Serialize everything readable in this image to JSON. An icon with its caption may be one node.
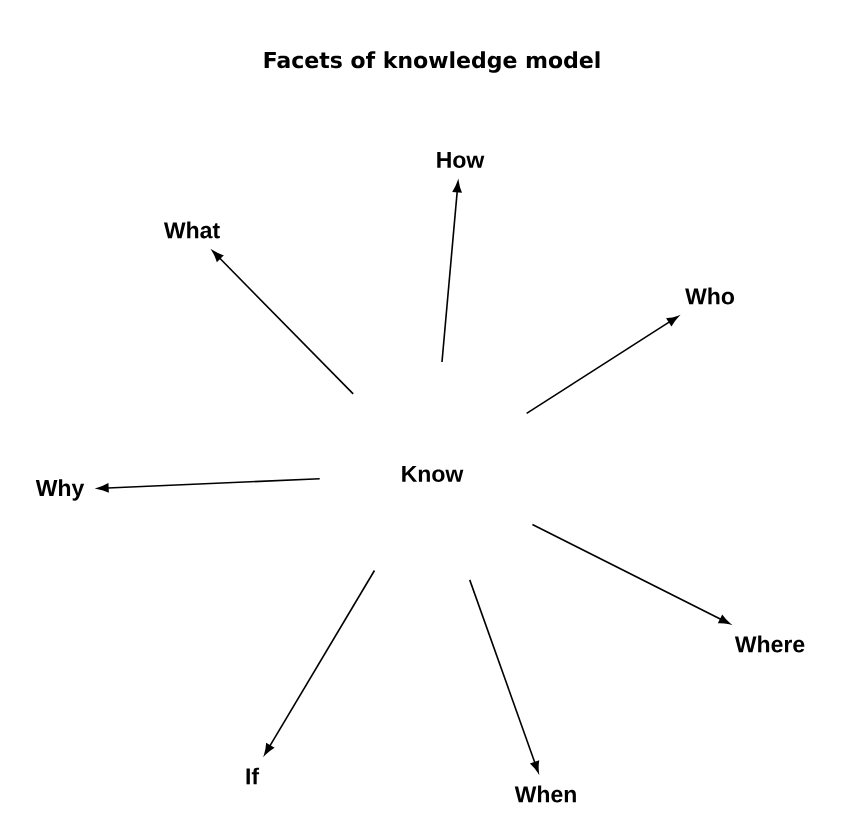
{
  "diagram": {
    "title": "Facets of knowledge model",
    "nodes": [
      {
        "text": [
          "Know"
        ]
      },
      {
        "text": [
          "What"
        ]
      },
      {
        "text": [
          "How"
        ]
      },
      {
        "text": [
          "Who"
        ]
      },
      {
        "text": [
          "Why"
        ]
      },
      {
        "text": [
          "Where"
        ]
      },
      {
        "text": [
          "If"
        ]
      },
      {
        "text": [
          "When"
        ]
      }
    ],
    "edges": [
      {
        "from": 0,
        "to": 1,
        "arrow": "to"
      },
      {
        "from": 0,
        "to": 2,
        "arrow": "to"
      },
      {
        "from": 0,
        "to": 3,
        "arrow": "to"
      },
      {
        "from": 0,
        "to": 4,
        "arrow": "to"
      },
      {
        "from": 0,
        "to": 5,
        "arrow": "to"
      },
      {
        "from": 0,
        "to": 6,
        "arrow": "to"
      },
      {
        "from": 0,
        "to": 7,
        "arrow": "to"
      }
    ]
  }
}
